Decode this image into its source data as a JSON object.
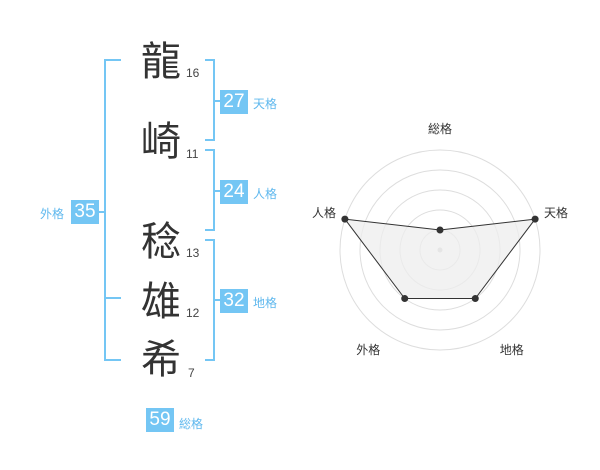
{
  "name_chars": [
    {
      "char": "龍",
      "strokes": "16"
    },
    {
      "char": "崎",
      "strokes": "11"
    },
    {
      "char": "稔",
      "strokes": "13"
    },
    {
      "char": "雄",
      "strokes": "12"
    },
    {
      "char": "希",
      "strokes": "7"
    }
  ],
  "scores": {
    "tenkaku": {
      "value": "27",
      "label": "天格"
    },
    "jinkaku": {
      "value": "24",
      "label": "人格"
    },
    "chikaku": {
      "value": "32",
      "label": "地格"
    },
    "gaikaku": {
      "value": "35",
      "label": "外格"
    },
    "soukaku": {
      "value": "59",
      "label": "総格"
    }
  },
  "radar": {
    "axes": [
      "総格",
      "天格",
      "地格",
      "外格",
      "人格"
    ],
    "levels": [
      1,
      5,
      3,
      3,
      5
    ],
    "max": 5,
    "colors": {
      "ring": "#dddddd",
      "fill": "#eeeeee",
      "stroke": "#333333",
      "accent": "#74c6f4"
    }
  }
}
